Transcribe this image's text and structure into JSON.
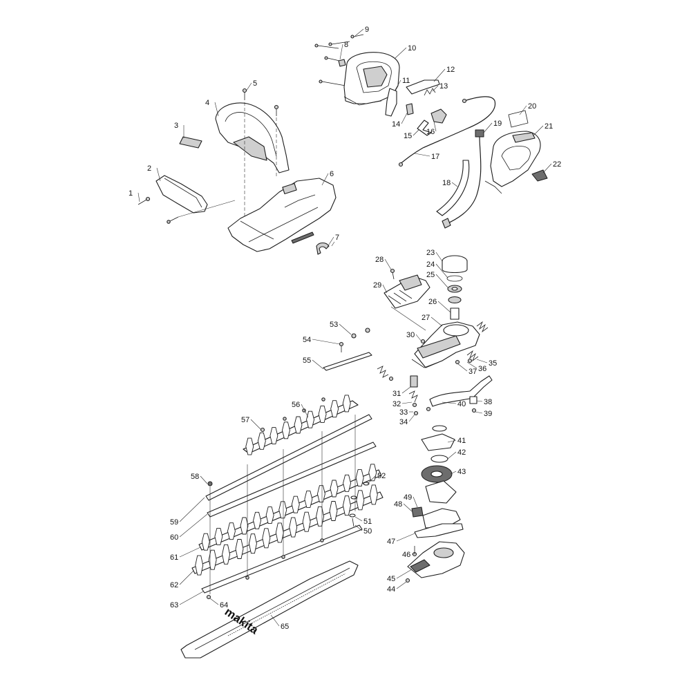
{
  "diagram": {
    "brand_mark": "makita",
    "callouts": [
      "1",
      "2",
      "3",
      "4",
      "5",
      "6",
      "7",
      "8",
      "9",
      "10",
      "11",
      "12",
      "13",
      "14",
      "15",
      "16",
      "17",
      "18",
      "19",
      "20",
      "21",
      "22",
      "23",
      "24",
      "25",
      "26",
      "27",
      "28",
      "29",
      "30",
      "31",
      "32",
      "33",
      "34",
      "35",
      "36",
      "37",
      "38",
      "39",
      "40",
      "41",
      "42",
      "43",
      "44",
      "45",
      "46",
      "47",
      "48",
      "49",
      "50",
      "51",
      "52",
      "53",
      "54",
      "55",
      "56",
      "57",
      "58",
      "59",
      "60",
      "61",
      "62",
      "63",
      "64",
      "65"
    ]
  }
}
